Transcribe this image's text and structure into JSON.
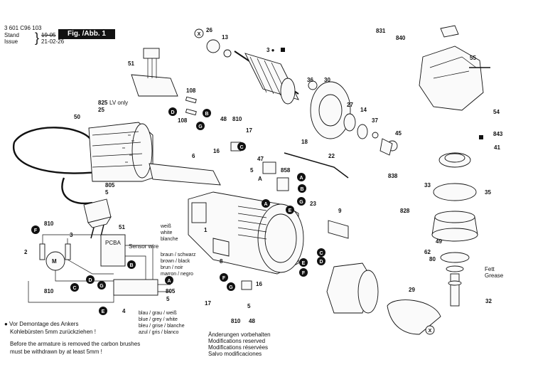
{
  "header": {
    "doc_number": "3 601 C96 103",
    "stand_label": "Stand",
    "issue_label": "Issue",
    "stand_date_old": "19-05",
    "issue_date": "21-02-26",
    "figure_label": "Fig. /Abb. 1"
  },
  "labels": {
    "lv_only": "825  LV only",
    "pcba": "PCBA",
    "sensor_wire": "Sensor wire",
    "x_mark": "X",
    "fett": "Fett",
    "grease": "Grease"
  },
  "wire_colors_top": [
    "weiß",
    "white",
    "blanche",
    "braun  / schwarz",
    "brown  / black",
    "brun    / noir",
    "marron / negro"
  ],
  "wire_colors_bottom": [
    "blau / grau / weiß",
    "blue / grey / white",
    "bleu / grise / blanche",
    "azul / gris  / blanco"
  ],
  "notes": {
    "de_line1": "● Vor Demontage des Ankers",
    "de_line2": "Kohlebürsten 5mm zurückziehen !",
    "en_line1": "Before the armature is removed the carbon brushes",
    "en_line2": "must be withdrawn by at least 5mm !"
  },
  "modifications": [
    "Änderungen vorbehalten",
    "Modifications reserved",
    "Modifications réservées",
    "Salvo modificaciones"
  ],
  "part_numbers": [
    "3",
    "5",
    "6",
    "8",
    "9",
    "13",
    "14",
    "16",
    "17",
    "18",
    "22",
    "23",
    "25",
    "26",
    "27",
    "29",
    "30",
    "32",
    "33",
    "35",
    "36",
    "37",
    "41",
    "45",
    "47",
    "48",
    "49",
    "50",
    "51",
    "54",
    "55",
    "62",
    "80",
    "108",
    "805",
    "810",
    "825",
    "828",
    "831",
    "838",
    "840",
    "843",
    "858"
  ],
  "connectors": [
    "A",
    "B",
    "C",
    "D",
    "E",
    "F",
    "G"
  ]
}
